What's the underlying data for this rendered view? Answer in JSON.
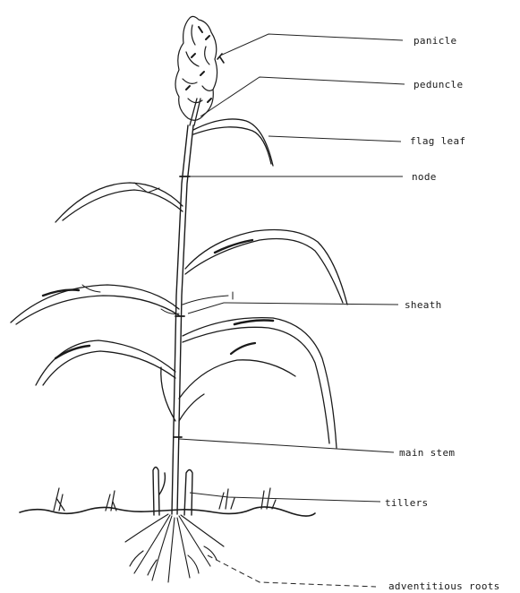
{
  "diagram": {
    "labels": {
      "panicle": "panicle",
      "peduncle": "peduncle",
      "flag_leaf": "flag leaf",
      "node": "node",
      "sheath": "sheath",
      "main_stem": "main stem",
      "tillers": "tillers",
      "adventitious_roots": "adventitious roots"
    },
    "colors": {
      "ink": "#1a1a1a",
      "background": "#ffffff"
    }
  }
}
